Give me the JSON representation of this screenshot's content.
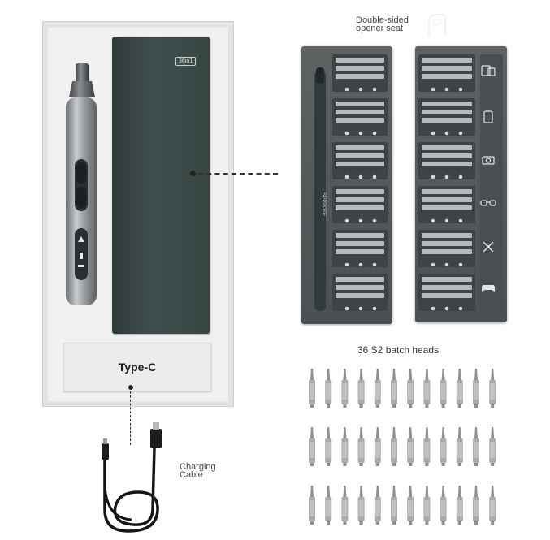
{
  "callouts": {
    "opener_line1": "Double-sided",
    "opener_line2": "opener seat",
    "batch_heads": "36 S2 batch heads",
    "cable_line1": "Charging",
    "cable_line2": "Cable"
  },
  "product": {
    "lid_badge": "36in1",
    "cable_card_label": "Type-C",
    "driver_brand": "SUPPOSE"
  },
  "icons": [
    "tablet-icon",
    "phone-icon",
    "camera-icon",
    "glasses-icon",
    "drone-icon",
    "gamepad-icon"
  ],
  "colors": {
    "lid": "#3a4847",
    "tray": "#55595b",
    "bit": "#a9acae",
    "box": "#e6e6e7"
  }
}
